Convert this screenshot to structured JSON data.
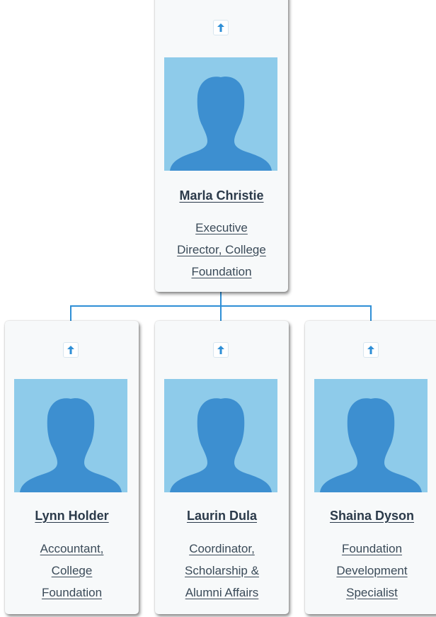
{
  "colors": {
    "connector": "#2f8fd6",
    "photo_bg": "#8ecbea",
    "silhouette": "#3d8fd0",
    "arrow": "#2f8fd6"
  },
  "icons": {
    "up_button": "arrow-up-icon",
    "photo": "person-silhouette-icon"
  },
  "root": {
    "name": "Marla Christie",
    "title_lines": [
      "Executive",
      "Director, College",
      "Foundation"
    ]
  },
  "children": [
    {
      "name": "Lynn Holder",
      "title_lines": [
        "Accountant,",
        "College",
        "Foundation"
      ]
    },
    {
      "name": "Laurin Dula",
      "title_lines": [
        "Coordinator,",
        "Scholarship &",
        "Alumni Affairs"
      ]
    },
    {
      "name": "Shaina Dyson",
      "title_lines": [
        "Foundation",
        "Development",
        "Specialist"
      ]
    }
  ]
}
